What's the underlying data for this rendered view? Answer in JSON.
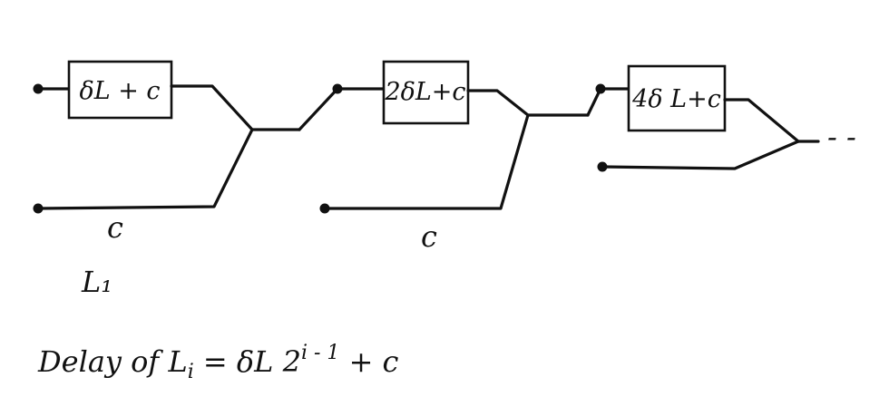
{
  "stages": [
    {
      "box_label": "δL + c",
      "wire_label": "c",
      "stage_label": "L₁"
    },
    {
      "box_label": "2δL+c",
      "wire_label": "c"
    },
    {
      "box_label": "4δ L+c"
    }
  ],
  "continuation": "- -",
  "formula": {
    "prefix": "Delay of L",
    "subscript": "i",
    "middle": " = δL 2",
    "exponent": "i - 1",
    "suffix": " + c"
  },
  "colors": {
    "ink": "#111111",
    "background": "#ffffff"
  }
}
